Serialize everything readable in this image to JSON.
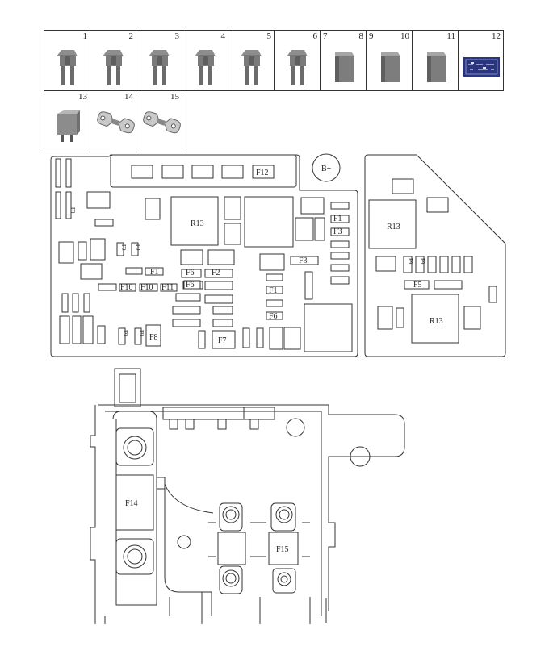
{
  "legend": {
    "items": [
      {
        "num": "1",
        "icon": "mini-blade-fuse-icon"
      },
      {
        "num": "2",
        "icon": "mini-blade-fuse-icon"
      },
      {
        "num": "3",
        "icon": "mini-blade-fuse-icon"
      },
      {
        "num": "4",
        "icon": "mini-blade-fuse-icon"
      },
      {
        "num": "5",
        "icon": "mini-blade-fuse-icon"
      },
      {
        "num": "6",
        "icon": "mini-blade-fuse-icon"
      },
      {
        "num_a": "7",
        "num_b": "8",
        "icon": "cartridge-fuse-icon"
      },
      {
        "num_a": "9",
        "num_b": "10",
        "icon": "cartridge-fuse-icon"
      },
      {
        "num": "11",
        "icon": "cartridge-fuse-icon"
      },
      {
        "num": "12",
        "icon": "circuit-board-icon"
      },
      {
        "num": "13",
        "icon": "relay-icon"
      },
      {
        "num": "14",
        "icon": "strip-fuse-icon"
      },
      {
        "num": "15",
        "icon": "strip-fuse-icon"
      }
    ]
  },
  "fusebox": {
    "terminal_label": "B+",
    "labels": {
      "F1": "F1",
      "F2": "F2",
      "F3": "F3",
      "F5": "F5",
      "F6": "F6",
      "F7": "F7",
      "F8": "F8",
      "F9": "F9",
      "F10": "F10",
      "F11": "F11",
      "F12": "F12",
      "R13": "R13"
    }
  },
  "battery_box": {
    "fuse_a": "F14",
    "fuse_b": "F15"
  }
}
